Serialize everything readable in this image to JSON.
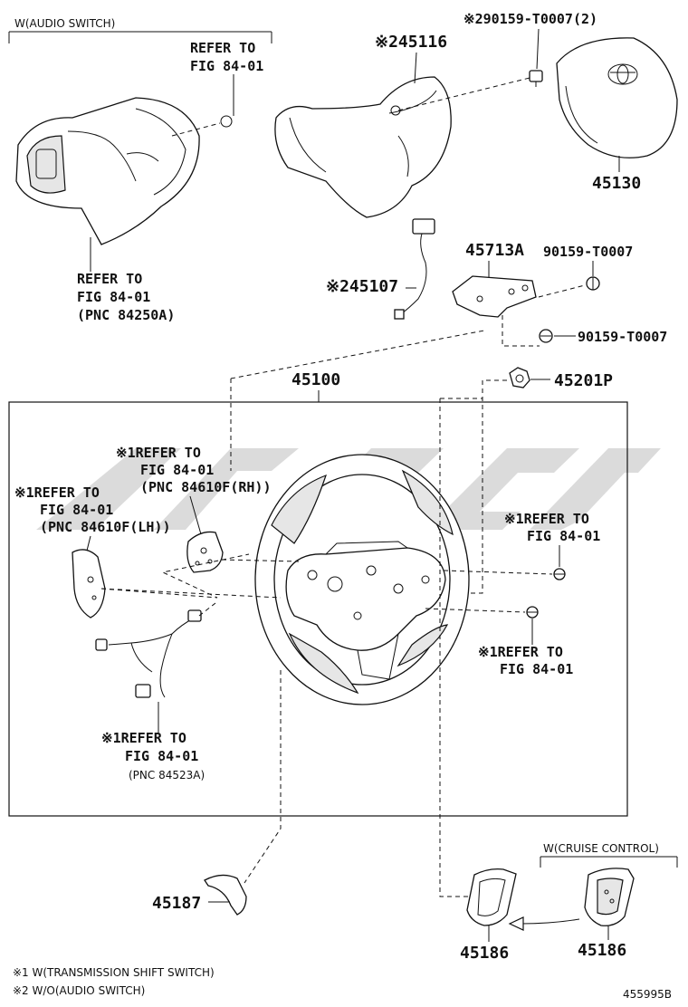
{
  "groups": {
    "audio_switch": "W(AUDIO SWITCH)",
    "cruise_control": "W(CRUISE CONTROL)"
  },
  "labels": {
    "ref_top_left": [
      "REFER TO",
      "FIG 84-01"
    ],
    "ref_audio_switch": [
      "REFER TO",
      "FIG 84-01",
      "(PNC 84250A)"
    ],
    "ref_paddle_rh": [
      "※1REFER TO",
      "FIG 84-01",
      "(PNC 84610F(RH))"
    ],
    "ref_paddle_lh": [
      "※1REFER TO",
      "FIG 84-01",
      "(PNC 84610F(LH))"
    ],
    "ref_right_upper": [
      "※1REFER TO",
      "FIG 84-01"
    ],
    "ref_right_lower": [
      "※1REFER TO",
      "FIG 84-01"
    ],
    "ref_harness": [
      "※1REFER TO",
      "FIG 84-01",
      "(PNC 84523A)"
    ]
  },
  "parts": {
    "p90159_2": "※290159-T0007(2)",
    "p45116": "※245116",
    "p45130": "45130",
    "p45107": "※245107",
    "p45713a": "45713A",
    "p90159_a": "90159-T0007",
    "p90159_b": "90159-T0007",
    "p45100": "45100",
    "p45201p": "45201P",
    "p45187": "45187",
    "p45186_a": "45186",
    "p45186_b": "45186"
  },
  "footnotes": {
    "note1": "※1 W(TRANSMISSION SHIFT SWITCH)",
    "note2": "※2 W/O(AUDIO SWITCH)"
  },
  "figure_code": "455995B"
}
